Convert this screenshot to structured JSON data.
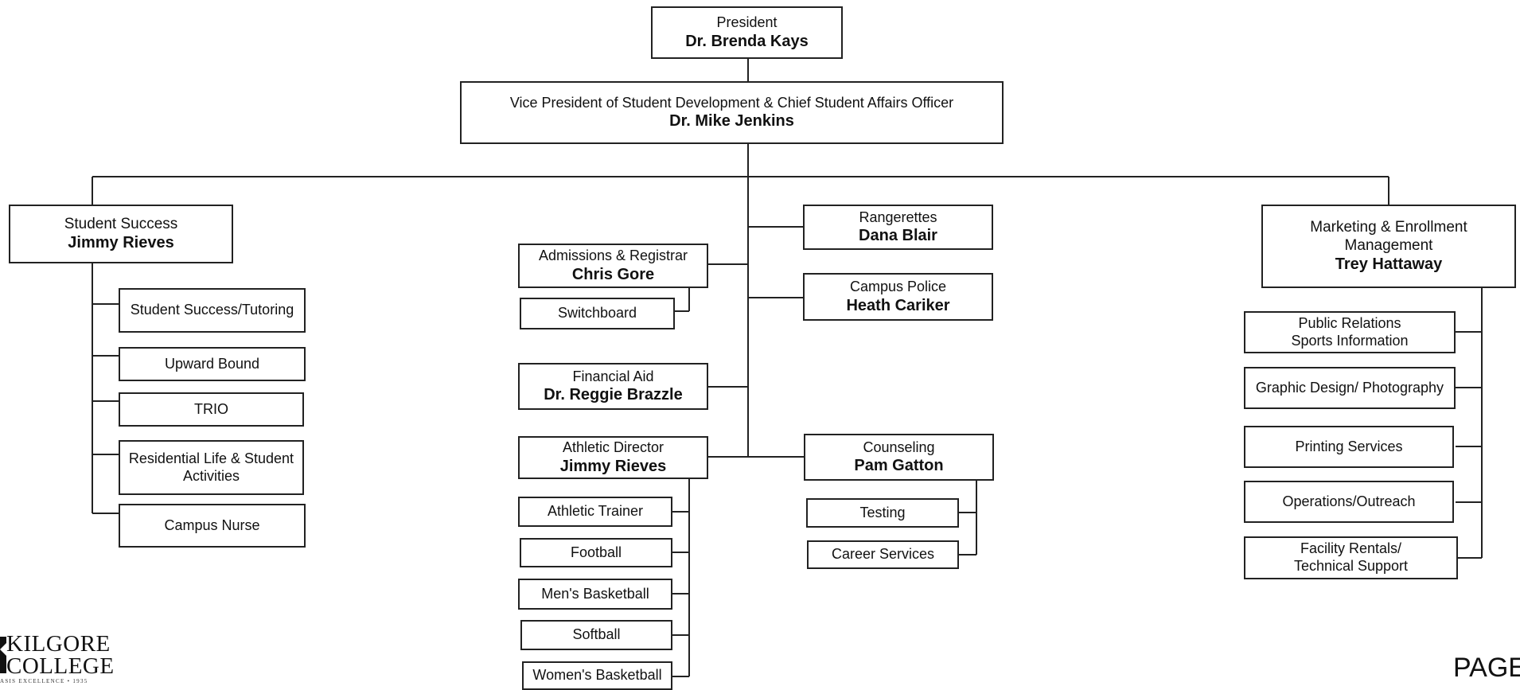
{
  "president": {
    "title": "President",
    "name": "Dr. Brenda Kays"
  },
  "vp": {
    "title": "Vice President of Student Development & Chief Student Affairs Officer",
    "name": "Dr. Mike Jenkins"
  },
  "student_success": {
    "title": "Student Success",
    "name": "Jimmy Rieves",
    "units": [
      "Student Success/Tutoring",
      "Upward Bound",
      "TRIO",
      "Residential Life & Student Activities",
      "Campus Nurse"
    ]
  },
  "admissions": {
    "title": "Admissions & Registrar",
    "name": "Chris Gore",
    "units": [
      "Switchboard"
    ]
  },
  "financial_aid": {
    "title": "Financial Aid",
    "name": "Dr. Reggie Brazzle"
  },
  "athletics": {
    "title": "Athletic Director",
    "name": "Jimmy Rieves",
    "units": [
      "Athletic Trainer",
      "Football",
      "Men's Basketball",
      "Softball",
      "Women's Basketball"
    ]
  },
  "rangerettes": {
    "title": "Rangerettes",
    "name": "Dana Blair"
  },
  "campus_police": {
    "title": "Campus Police",
    "name": "Heath Cariker"
  },
  "counseling": {
    "title": "Counseling",
    "name": "Pam Gatton",
    "units": [
      "Testing",
      "Career Services"
    ]
  },
  "marketing": {
    "title": "Marketing & Enrollment Management",
    "name": "Trey Hattaway",
    "units": [
      "Public Relations Sports Information",
      "Graphic Design/ Photography",
      "Printing Services",
      "Operations/Outreach",
      "Facility Rentals/ Technical Support"
    ]
  },
  "logo": {
    "line1": "KILGORE",
    "line2": "COLLEGE",
    "tagline": "ASIS EXCELLENCE • 1935"
  },
  "footer": {
    "page_label": "PAGE"
  }
}
